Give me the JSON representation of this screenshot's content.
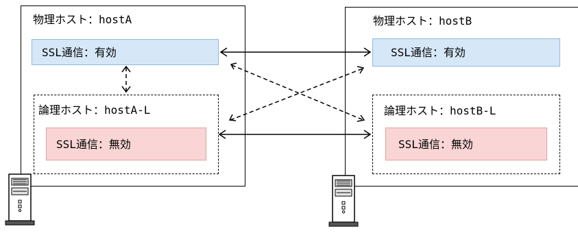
{
  "host_a": {
    "title": "物理ホスト：hostA",
    "ssl": "SSL通信：有効",
    "logical": {
      "title": "論理ホスト：hostA-L",
      "ssl": "SSL通信：無効"
    }
  },
  "host_b": {
    "title": "物理ホスト：hostB",
    "ssl": "SSL通信：有効",
    "logical": {
      "title": "論理ホスト：hostB-L",
      "ssl": "SSL通信：無効"
    }
  },
  "colors": {
    "ssl_enabled_fill": "#d6e8f7",
    "ssl_disabled_fill": "#f9d5d5"
  },
  "icons": [
    "server-tower-icon",
    "server-tower-icon"
  ]
}
